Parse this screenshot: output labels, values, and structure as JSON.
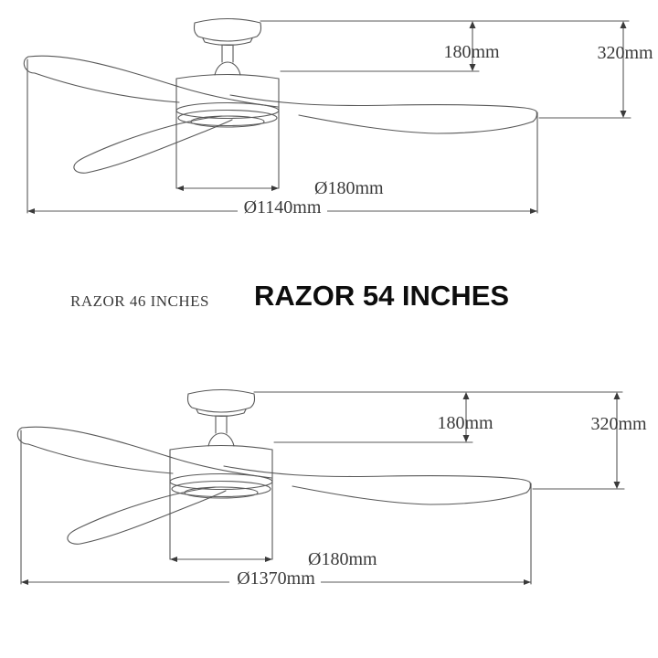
{
  "sheet_title": "ceiling fan dimension sheet",
  "colors": {
    "background": "#ffffff",
    "line": "#585858",
    "dimension_text": "#3a3a3a",
    "name_46_text": "#3a3a3a",
    "name_54_text": "#0d0d0d"
  },
  "products": [
    {
      "name_label": "RAZOR 46 INCHES",
      "dimensions": {
        "ceiling_to_motor_top": "180mm",
        "ceiling_to_blade": "320mm",
        "motor_diameter": "Ø180mm",
        "sweep_diameter": "Ø1140mm"
      }
    },
    {
      "name_label": "RAZOR 54 INCHES",
      "dimensions": {
        "ceiling_to_motor_top": "180mm",
        "ceiling_to_blade": "320mm",
        "motor_diameter": "Ø180mm",
        "sweep_diameter": "Ø1370mm"
      }
    }
  ]
}
